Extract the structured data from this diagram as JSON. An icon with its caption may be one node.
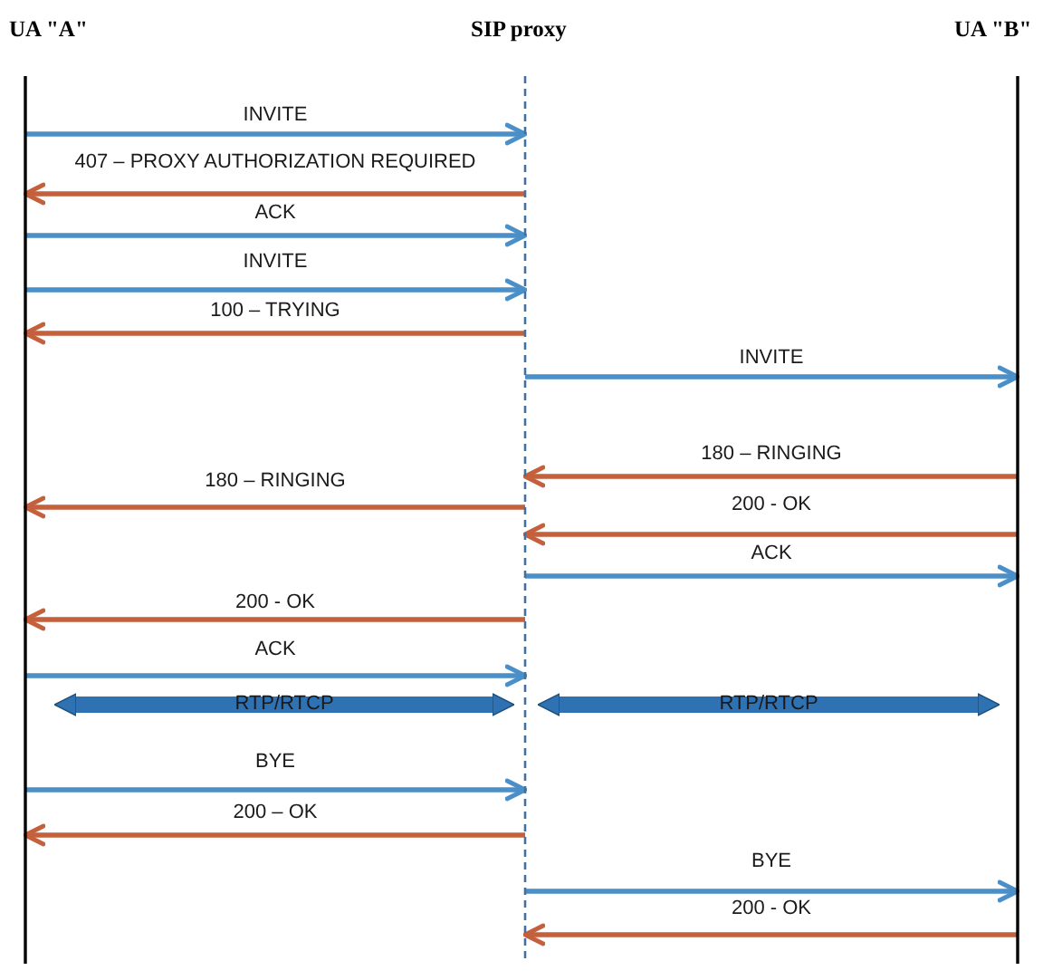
{
  "diagram": {
    "nodes": [
      {
        "text": [
          "UA \"A\""
        ]
      },
      {
        "text": [
          "SIP proxy"
        ]
      },
      {
        "text": [
          "UA \"B\""
        ]
      }
    ],
    "edges": [
      {
        "from": 0,
        "to": 1,
        "arrow": "to",
        "label": "INVITE",
        "color": "#4a8fc8"
      },
      {
        "from": 1,
        "to": 0,
        "arrow": "to",
        "label": "407 – PROXY AUTHORIZATION REQUIRED",
        "color": "#c5603c"
      },
      {
        "from": 0,
        "to": 1,
        "arrow": "to",
        "label": "ACK",
        "color": "#4a8fc8"
      },
      {
        "from": 0,
        "to": 1,
        "arrow": "to",
        "label": "INVITE",
        "color": "#4a8fc8"
      },
      {
        "from": 1,
        "to": 0,
        "arrow": "to",
        "label": "100 – TRYING",
        "color": "#c5603c"
      },
      {
        "from": 1,
        "to": 2,
        "arrow": "to",
        "label": "INVITE",
        "color": "#4a8fc8"
      },
      {
        "from": 2,
        "to": 1,
        "arrow": "to",
        "label": "180 – RINGING",
        "color": "#c5603c"
      },
      {
        "from": 1,
        "to": 0,
        "arrow": "to",
        "label": "180 – RINGING",
        "color": "#c5603c"
      },
      {
        "from": 2,
        "to": 1,
        "arrow": "to",
        "label": "200 - OK",
        "color": "#c5603c"
      },
      {
        "from": 1,
        "to": 2,
        "arrow": "to",
        "label": "ACK",
        "color": "#4a8fc8"
      },
      {
        "from": 1,
        "to": 0,
        "arrow": "to",
        "label": "200 - OK",
        "color": "#c5603c"
      },
      {
        "from": 0,
        "to": 1,
        "arrow": "to",
        "label": "ACK",
        "color": "#4a8fc8"
      },
      {
        "from": 0,
        "to": 1,
        "arrow": "both",
        "label": "RTP/RTCP",
        "style": "thick",
        "color": "#2e72b4"
      },
      {
        "from": 1,
        "to": 2,
        "arrow": "both",
        "label": "RTP/RTCP",
        "style": "thick",
        "color": "#2e72b4"
      },
      {
        "from": 0,
        "to": 1,
        "arrow": "to",
        "label": "BYE",
        "color": "#4a8fc8"
      },
      {
        "from": 1,
        "to": 0,
        "arrow": "to",
        "label": "200 – OK",
        "color": "#c5603c"
      },
      {
        "from": 1,
        "to": 2,
        "arrow": "to",
        "label": "BYE",
        "color": "#4a8fc8"
      },
      {
        "from": 2,
        "to": 1,
        "arrow": "to",
        "label": "200 - OK",
        "color": "#c5603c"
      }
    ]
  }
}
